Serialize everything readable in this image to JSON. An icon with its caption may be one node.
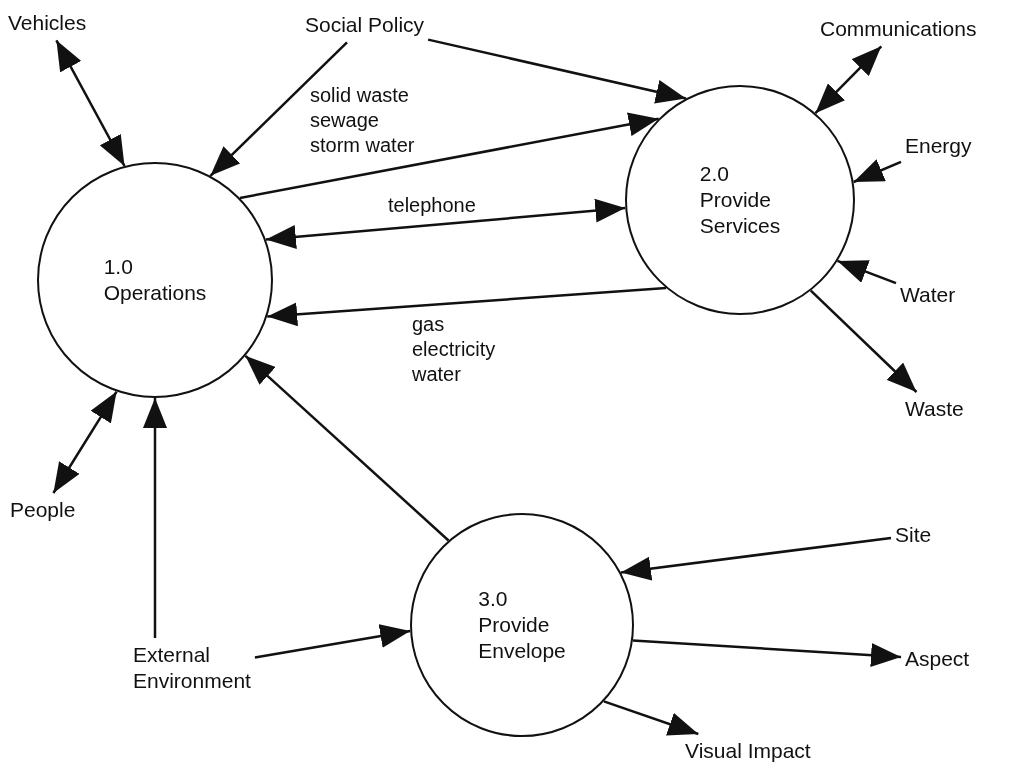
{
  "diagram": {
    "nodes": [
      {
        "text": [
          "1.0 Operations"
        ]
      },
      {
        "text": [
          "2.0 Provide Services"
        ]
      },
      {
        "text": [
          "3.0 Provide Envelope"
        ]
      },
      {
        "text": [
          "Vehicles"
        ]
      },
      {
        "text": [
          "Social Policy"
        ]
      },
      {
        "text": [
          "Communications"
        ]
      },
      {
        "text": [
          "Energy"
        ]
      },
      {
        "text": [
          "Water"
        ]
      },
      {
        "text": [
          "Waste"
        ]
      },
      {
        "text": [
          "People"
        ]
      },
      {
        "text": [
          "External Environment"
        ]
      },
      {
        "text": [
          "Site"
        ]
      },
      {
        "text": [
          "Aspect"
        ]
      },
      {
        "text": [
          "Visual Impact"
        ]
      }
    ],
    "edges": [
      {
        "from": 3,
        "to": 0,
        "arrow": "both"
      },
      {
        "from": 4,
        "to": 0,
        "arrow": "to"
      },
      {
        "from": 4,
        "to": 1,
        "arrow": "to"
      },
      {
        "from": 0,
        "to": 1,
        "arrow": "to",
        "label": "solid waste sewage storm water"
      },
      {
        "from": 0,
        "to": 1,
        "arrow": "both",
        "label": "telephone"
      },
      {
        "from": 1,
        "to": 0,
        "arrow": "to",
        "label": "gas electricity water"
      },
      {
        "from": 5,
        "to": 1,
        "arrow": "both"
      },
      {
        "from": 6,
        "to": 1,
        "arrow": "to"
      },
      {
        "from": 7,
        "to": 1,
        "arrow": "to"
      },
      {
        "from": 1,
        "to": 8,
        "arrow": "to"
      },
      {
        "from": 9,
        "to": 0,
        "arrow": "both"
      },
      {
        "from": 10,
        "to": 0,
        "arrow": "to"
      },
      {
        "from": 10,
        "to": 2,
        "arrow": "to"
      },
      {
        "from": 2,
        "to": 0,
        "arrow": "to"
      },
      {
        "from": 11,
        "to": 2,
        "arrow": "to"
      },
      {
        "from": 2,
        "to": 12,
        "arrow": "to"
      },
      {
        "from": 2,
        "to": 13,
        "arrow": "to"
      }
    ]
  }
}
